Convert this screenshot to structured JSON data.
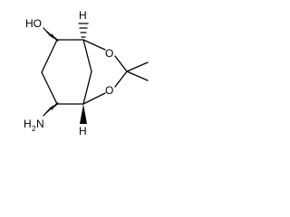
{
  "structure": {
    "labels": {
      "hydroxyl": "HO",
      "ring_oxygen_top": "O",
      "ring_oxygen_bottom": "O",
      "amine_h": "H",
      "amine_sub": "2",
      "amine_n": "N",
      "stereo_h_top": "H",
      "stereo_h_bottom": "H"
    }
  }
}
